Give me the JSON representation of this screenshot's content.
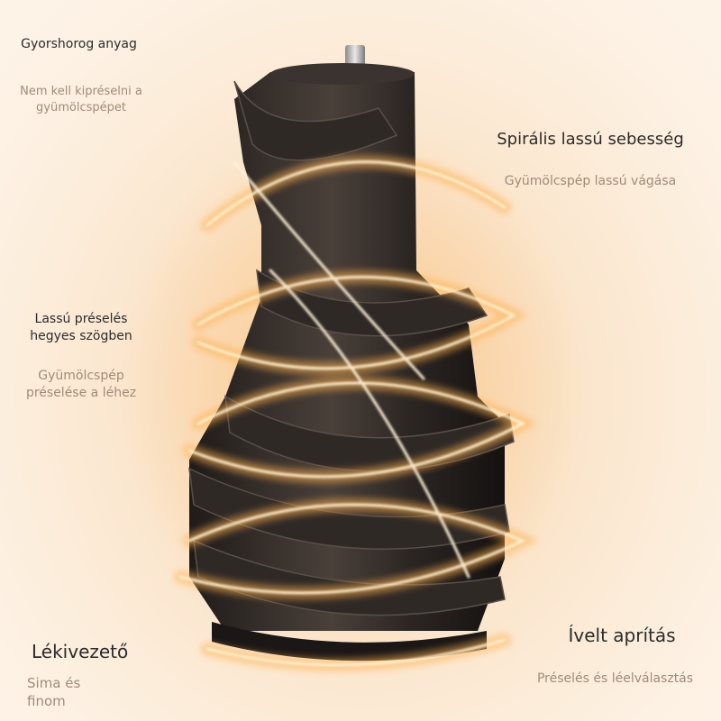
{
  "features": {
    "top_left": {
      "title": "Gyorshorog anyag",
      "subtitle": "Nem kell kipréselni a gyümölcspépet"
    },
    "top_right": {
      "title": "Spirális lassú sebesség",
      "subtitle": "Gyümölcspép lassú vágása"
    },
    "mid_left": {
      "title": "Lassú préselés hegyes szögben",
      "subtitle": "Gyümölcspép préselése a léhez"
    },
    "bottom_left": {
      "title": "Lékivezető",
      "subtitle": "Sima és finom"
    },
    "bottom_right": {
      "title": "Ívelt aprítás",
      "subtitle": "Préselés és léelválasztás"
    }
  },
  "colors": {
    "background": "#fbe6cd",
    "auger_body": "#2a2522",
    "glow": "#ffb85a",
    "title_text": "#2b2b2b",
    "subtitle_text": "#a08b79"
  },
  "icons": {
    "product": "juicer-auger-image"
  }
}
